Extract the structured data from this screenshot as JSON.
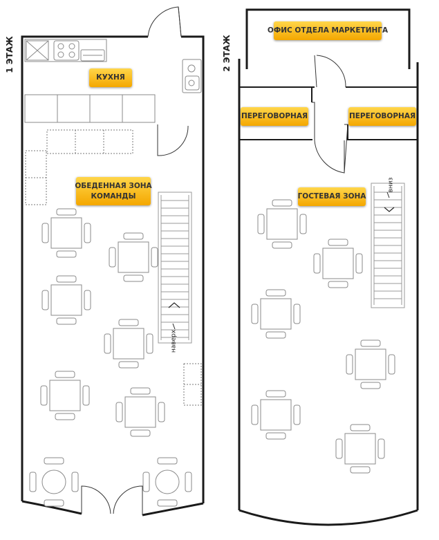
{
  "floors": {
    "first": {
      "label": "1 ЭТАЖ"
    },
    "second": {
      "label": "2 ЭТАЖ"
    }
  },
  "rooms": {
    "kitchen": "КУХНЯ",
    "dining_line1": "ОБЕДЕННАЯ ЗОНА",
    "dining_line2": "КОМАНДЫ",
    "marketing_office": "ОФИС ОТДЕЛА МАРКЕТИНГА",
    "meeting_left": "ПЕРЕГОВОРНАЯ",
    "meeting_right": "ПЕРЕГОВОРНАЯ",
    "guest_zone": "ГОСТЕВАЯ ЗОНА"
  },
  "stairs": {
    "up": "наверх",
    "down": "вниз"
  },
  "colors": {
    "label_fill": "#f4a700",
    "wall": "#1a1a1a",
    "furniture": "#8a8a8a"
  }
}
